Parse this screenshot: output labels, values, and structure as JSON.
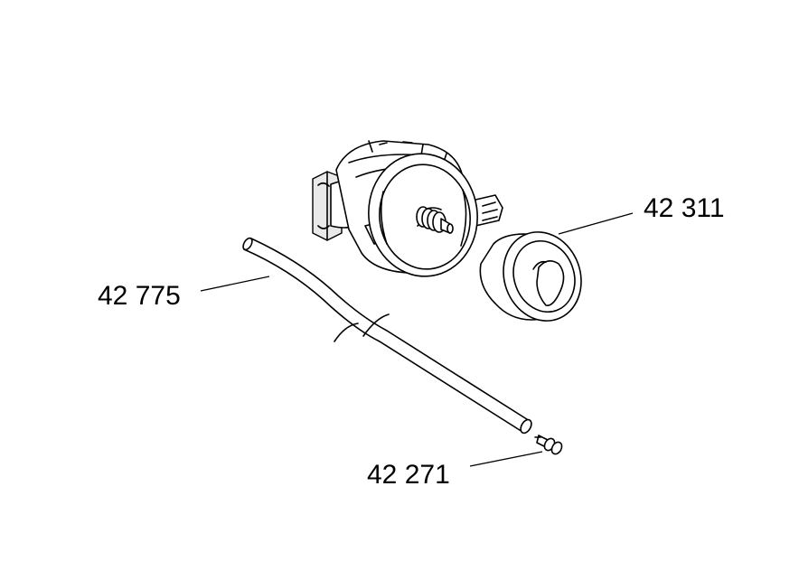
{
  "labels": {
    "part_top": "42 311",
    "part_left": "42 775",
    "part_bottom": "42 271"
  }
}
